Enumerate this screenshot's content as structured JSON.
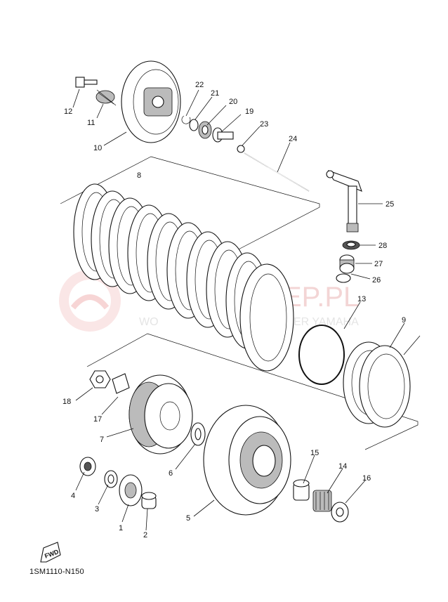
{
  "diagram": {
    "code": "1SM1110-N150",
    "fwd_label": "FWD",
    "watermark_text_1": "EP.PL",
    "watermark_text_2": "WO",
    "watermark_text_3": "ER YAMAHA",
    "callouts": [
      "12",
      "11",
      "10",
      "22",
      "21",
      "20",
      "19",
      "23",
      "24",
      "25",
      "28",
      "27",
      "26",
      "13",
      "8",
      "9",
      "18",
      "17",
      "7",
      "6",
      "5",
      "15",
      "14",
      "16",
      "4",
      "3",
      "1",
      "2"
    ]
  }
}
